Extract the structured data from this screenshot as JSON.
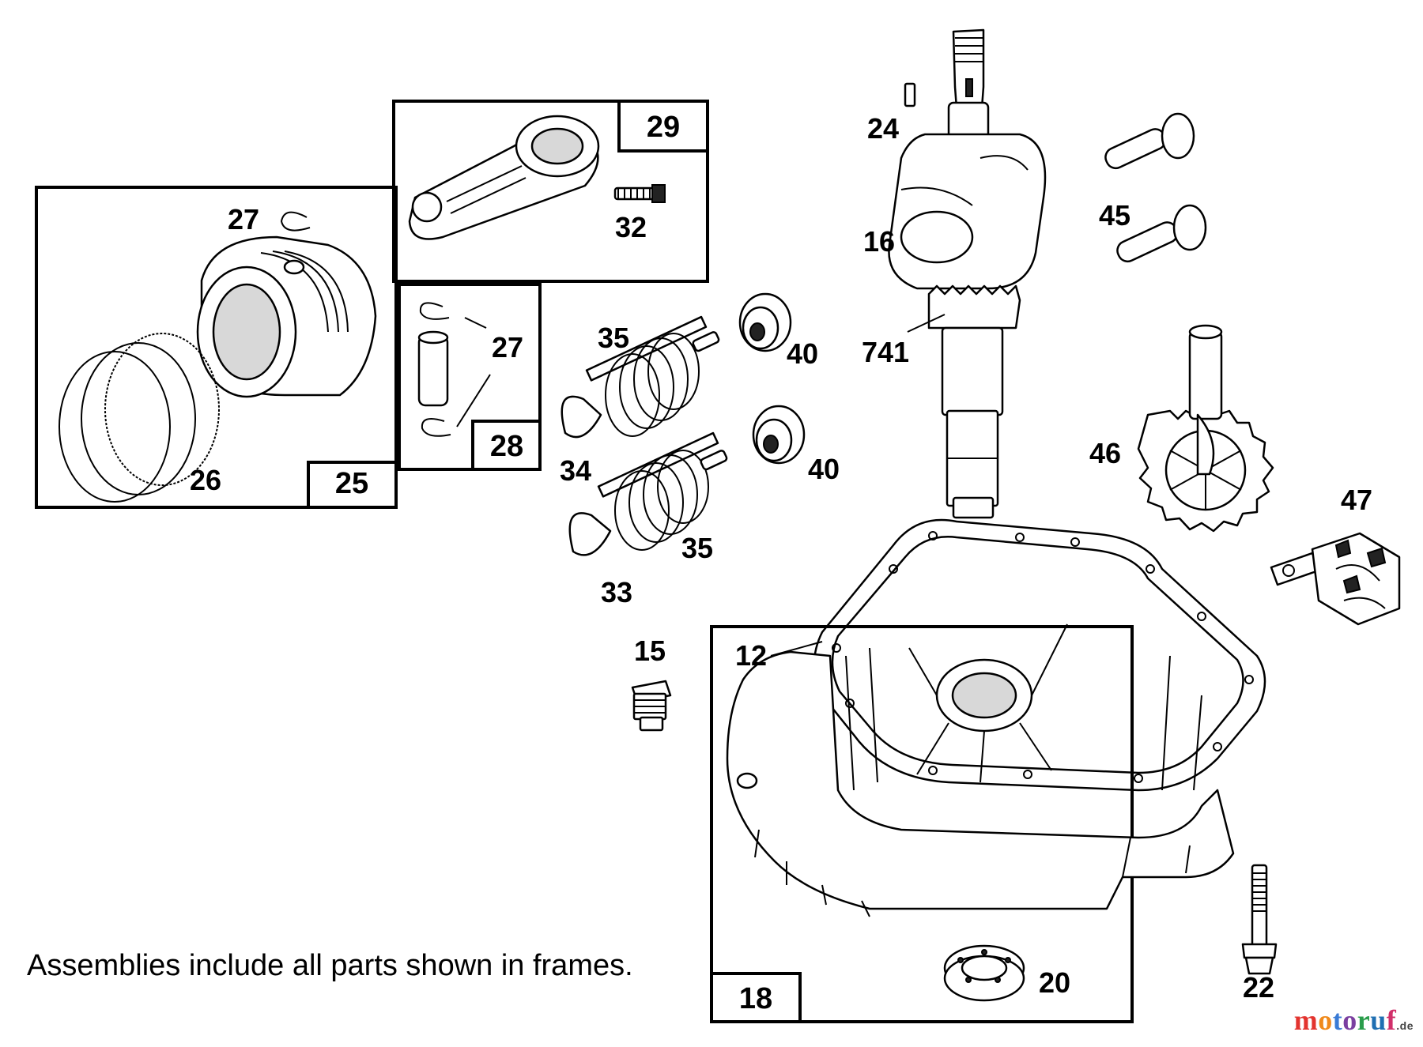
{
  "labels": {
    "p12": "12",
    "p15": "15",
    "p16": "16",
    "p18": "18",
    "p20": "20",
    "p22": "22",
    "p24": "24",
    "p25": "25",
    "p26": "26",
    "p27a": "27",
    "p27b": "27",
    "p28": "28",
    "p29": "29",
    "p32": "32",
    "p33": "33",
    "p34": "34",
    "p35a": "35",
    "p35b": "35",
    "p40a": "40",
    "p40b": "40",
    "p45": "45",
    "p46": "46",
    "p47": "47",
    "p741": "741"
  },
  "note": "Assemblies include all parts shown in frames.",
  "watermark": {
    "letters": [
      "m",
      "o",
      "t",
      "o",
      "r",
      "u",
      "f"
    ],
    "tld": ".de"
  }
}
